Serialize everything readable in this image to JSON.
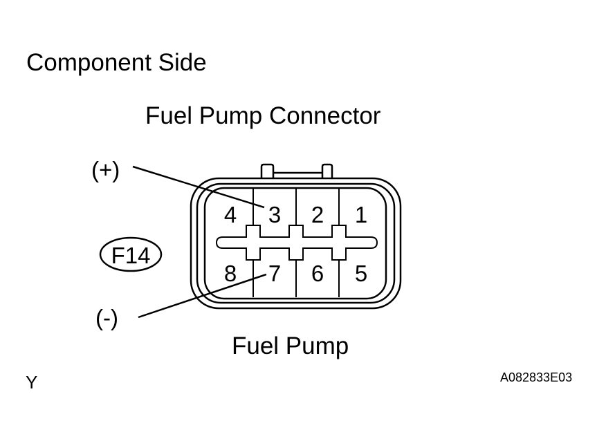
{
  "title": "Component Side",
  "connector_title": "Fuel Pump Connector",
  "footer_label": "Fuel Pump",
  "connector_code": "F14",
  "polarity": {
    "positive": "(+)",
    "negative": "(-)"
  },
  "pins": {
    "top": [
      "4",
      "3",
      "2",
      "1"
    ],
    "bottom": [
      "8",
      "7",
      "6",
      "5"
    ]
  },
  "corner_letter": "Y",
  "figure_code": "A082833E03"
}
